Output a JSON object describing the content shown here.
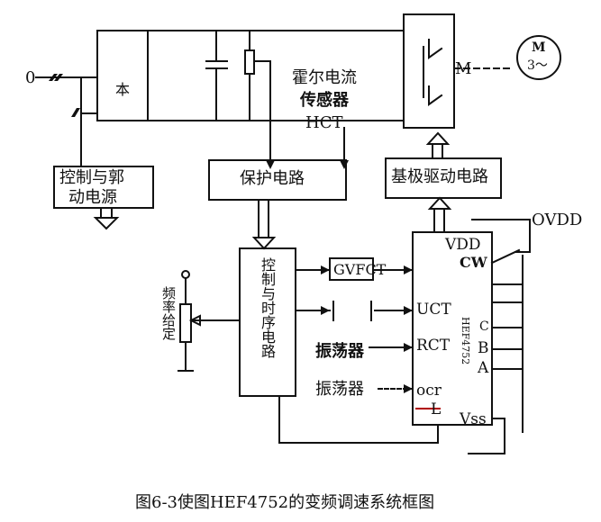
{
  "title": "图6-3使图HEF4752的变频调速系统框图",
  "colors": {
    "ink": "#111111",
    "paper": "#ffffff"
  },
  "labels": {
    "input_zero": "0",
    "rectifier": "本",
    "hall_sensor_line1": "霍尔电流",
    "hall_sensor_line2": "传感器",
    "hall_sensor_line3": "HCT",
    "motor": "M",
    "motor_symbol_top": "M",
    "motor_symbol_bottom": "3～",
    "control_power_line1": "控制与郭",
    "control_power_line2": "动电源",
    "protection": "保护电路",
    "base_drive": "基极驱动电路",
    "control_timing": "控制与时序电路",
    "freq_setting": "频率给定",
    "ovdd": "OVDD",
    "vdd": "VDD",
    "cw": "CW",
    "gvfct": "GVFCT",
    "uct": "UCT",
    "rct": "RCT",
    "ocr": "ocr",
    "l": "L",
    "vss": "Vss",
    "chip": "HEF4752",
    "pin_c": "C",
    "pin_b": "B",
    "pin_a": "A",
    "osc1": "振荡器",
    "osc2": "振荡器"
  }
}
